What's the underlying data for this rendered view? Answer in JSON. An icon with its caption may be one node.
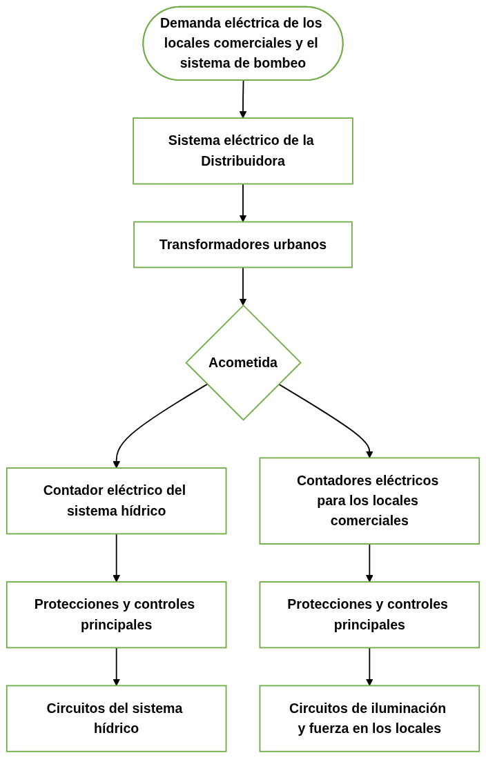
{
  "diagram": {
    "nodes": [
      {
        "text": [
          "Demanda eléctrica de los locales comerciales y el sistema de bombeo"
        ]
      },
      {
        "text": [
          "Sistema eléctrico de la Distribuidora"
        ]
      },
      {
        "text": [
          "Transformadores urbanos"
        ]
      },
      {
        "text": [
          "Acometida"
        ]
      },
      {
        "text": [
          "Contador eléctrico del sistema hídrico"
        ]
      },
      {
        "text": [
          "Protecciones y controles principales"
        ]
      },
      {
        "text": [
          "Circuitos del sistema hídrico"
        ]
      },
      {
        "text": [
          "Contadores eléctricos para los locales comerciales"
        ]
      },
      {
        "text": [
          "Protecciones y controles principales"
        ]
      },
      {
        "text": [
          "Circuitos de iluminación y fuerza en los locales"
        ]
      }
    ],
    "edges": [
      {
        "from": 0,
        "to": 1,
        "arrow": "to"
      },
      {
        "from": 1,
        "to": 2,
        "arrow": "to"
      },
      {
        "from": 2,
        "to": 3,
        "arrow": "to"
      },
      {
        "from": 3,
        "to": 4,
        "arrow": "to"
      },
      {
        "from": 4,
        "to": 5,
        "arrow": "to"
      },
      {
        "from": 5,
        "to": 6,
        "arrow": "to"
      },
      {
        "from": 3,
        "to": 7,
        "arrow": "to"
      },
      {
        "from": 7,
        "to": 8,
        "arrow": "to"
      },
      {
        "from": 8,
        "to": 9,
        "arrow": "to"
      }
    ]
  }
}
